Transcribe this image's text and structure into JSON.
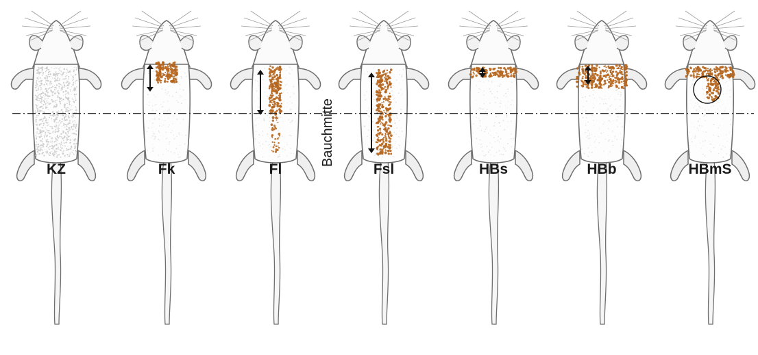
{
  "midline_label": "Bauchmitte",
  "colors": {
    "fur": "#c9c9c9",
    "outline": "#6e6e6e",
    "stain": "#b5651d",
    "arrow": "#111111",
    "midline": "#1a1a1a"
  },
  "mice": [
    {
      "id": "KZ",
      "label": "KZ",
      "pattern": "full-fur",
      "arrow": "none",
      "circle": false
    },
    {
      "id": "Fk",
      "label": "Fk",
      "pattern": "short-spot",
      "arrow": "short",
      "circle": false
    },
    {
      "id": "Fl",
      "label": "Fl",
      "pattern": "long-strip",
      "arrow": "medium",
      "circle": false
    },
    {
      "id": "Fsl",
      "label": "Fsl",
      "pattern": "very-long-strip",
      "arrow": "long",
      "circle": false
    },
    {
      "id": "HBs",
      "label": "HBs",
      "pattern": "narrow-band",
      "arrow": "tiny",
      "circle": false
    },
    {
      "id": "HBb",
      "label": "HBb",
      "pattern": "broad-band",
      "arrow": "small",
      "circle": false
    },
    {
      "id": "HBmS",
      "label": "HBmS",
      "pattern": "band-with-spot",
      "arrow": "none",
      "circle": true
    }
  ]
}
